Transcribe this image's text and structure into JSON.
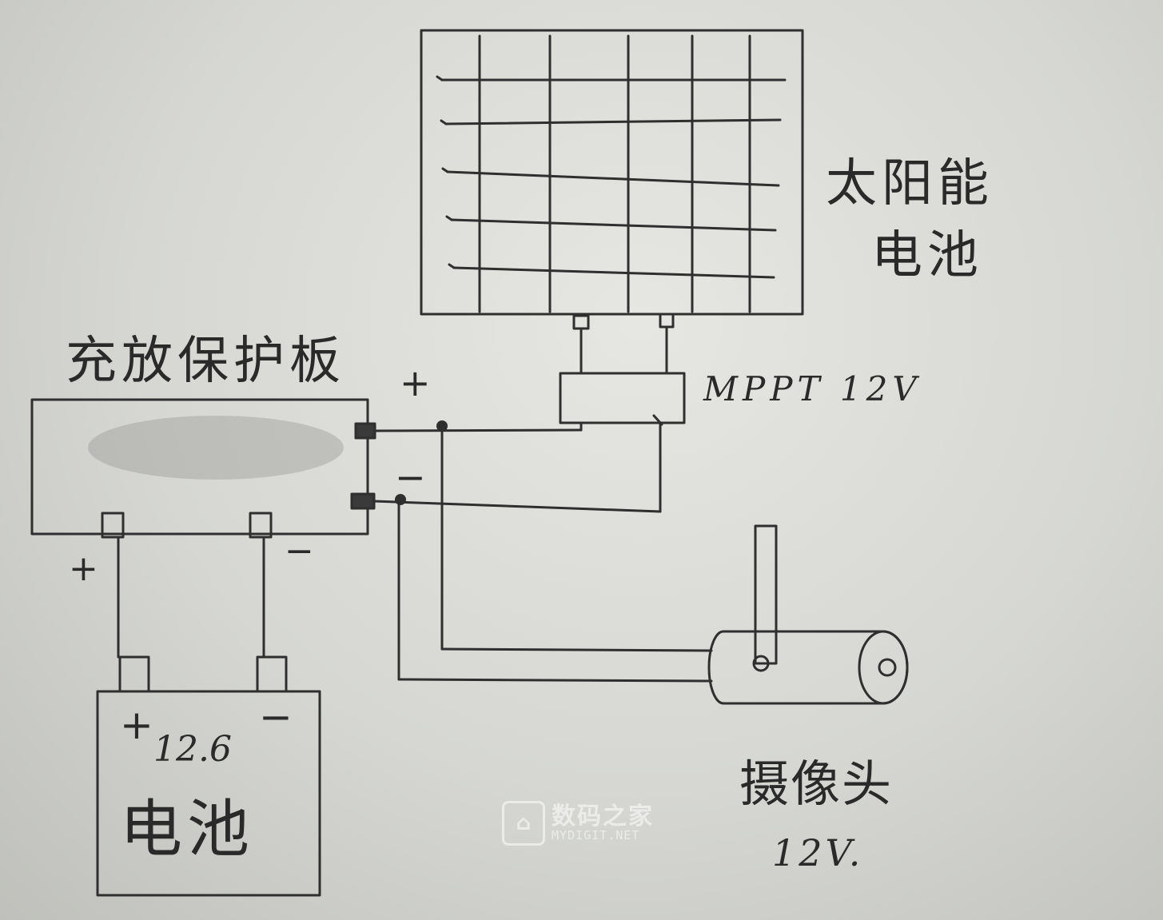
{
  "labels": {
    "solar_panel": "太阳能",
    "solar_panel_2": "电池",
    "bms_board": "充放保护板",
    "mppt": "MPPT 12V",
    "battery_voltage": "12.6",
    "battery": "电池",
    "camera": "摄像头",
    "camera_voltage": "12V.",
    "plus": "+",
    "minus": "−"
  },
  "watermark": {
    "cn": "数码之家",
    "en": "MYDIGIT.NET"
  },
  "colors": {
    "ink": "#2f2f30",
    "paper": "#d6d7d3"
  }
}
